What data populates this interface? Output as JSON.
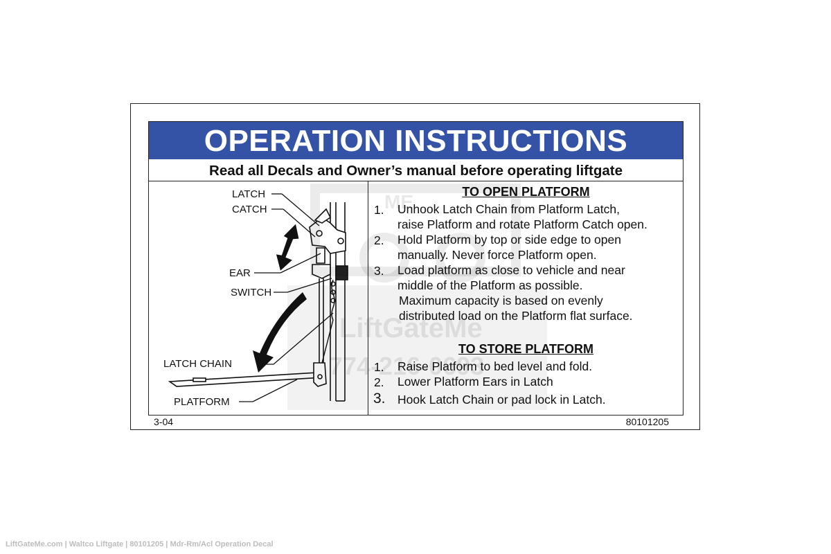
{
  "title": "OPERATION INSTRUCTIONS",
  "subtitle": "Read all Decals and Owner’s manual before operating liftgate",
  "diagram": {
    "labels": {
      "latch": "LATCH",
      "catch": "CATCH",
      "ear": "EAR",
      "switch": "SWITCH",
      "latch_chain": "LATCH CHAIN",
      "platform": "PLATFORM"
    }
  },
  "open_platform": {
    "heading": "TO OPEN PLATFORM",
    "steps": [
      {
        "num": "1.",
        "lines": [
          "Unhook Latch Chain from Platform Latch,",
          "raise Platform and rotate Platform Catch open."
        ]
      },
      {
        "num": "2.",
        "lines": [
          "Hold Platform by top or side edge to open",
          "manually. Never force Platform open."
        ]
      },
      {
        "num": "3.",
        "lines": [
          "Load platform as close to vehicle and near",
          "middle of the Platform as possible."
        ]
      }
    ],
    "note": [
      "Maximum capacity is based on evenly",
      "distributed load on the Platform flat surface."
    ]
  },
  "store_platform": {
    "heading": "TO STORE PLATFORM",
    "steps": [
      {
        "num": "1.",
        "text": "Raise Platform to bed level and fold."
      },
      {
        "num": "2.",
        "text": "Lower Platform Ears in Latch"
      },
      {
        "num": "3.",
        "text": "Hook Latch Chain or pad lock in Latch."
      }
    ]
  },
  "footer": {
    "date_code": "3-04",
    "part_number": "80101205"
  },
  "watermark": {
    "brand": "LiftGateMe",
    "phone": "774-216-0693",
    "logo_mark": "ME"
  },
  "caption": "LiftGateMe.com | Waltco Liftgate | 80101205 | Mdr-Rm/Acl Operation Decal",
  "colors": {
    "banner": "#3553a6",
    "text": "#111111",
    "caption": "#bdbdbd"
  }
}
